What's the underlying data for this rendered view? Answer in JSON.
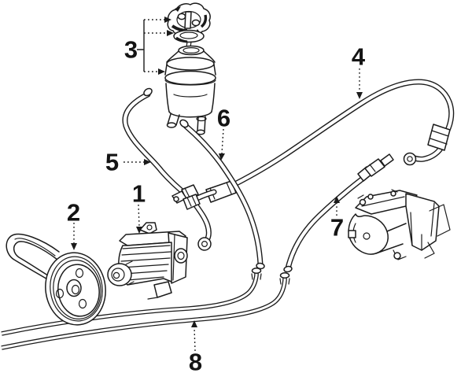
{
  "colors": {
    "background": "#ffffff",
    "line": "#1b1b1b"
  },
  "callouts": [
    {
      "label": "1"
    },
    {
      "label": "2"
    },
    {
      "label": "3"
    },
    {
      "label": "4"
    },
    {
      "label": "5"
    },
    {
      "label": "6"
    },
    {
      "label": "7"
    },
    {
      "label": "8"
    }
  ]
}
